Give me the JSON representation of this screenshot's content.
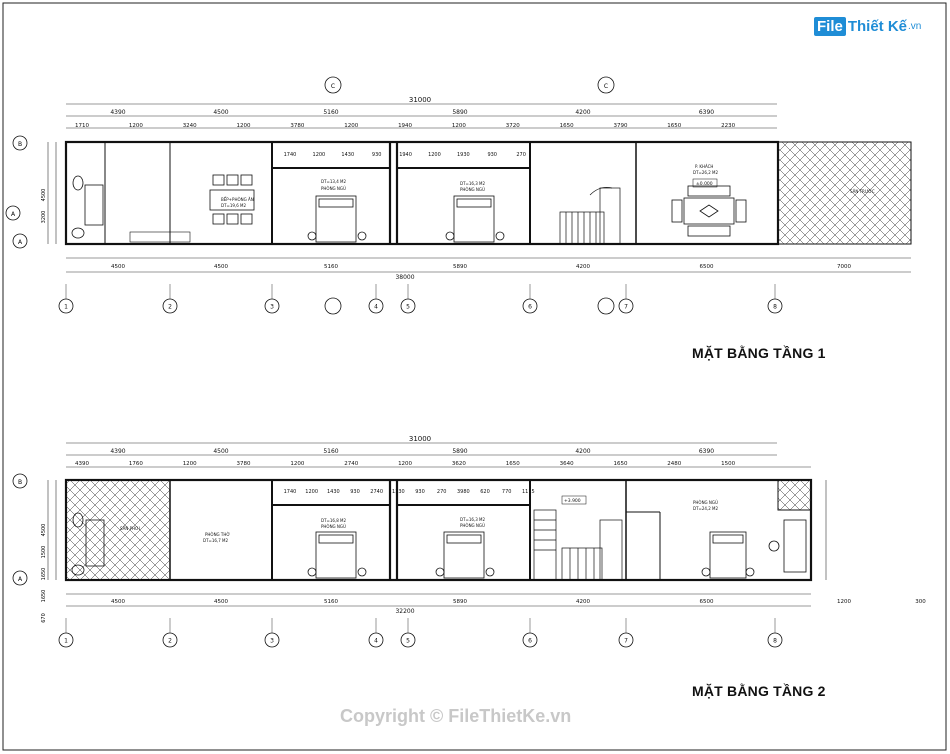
{
  "watermark": {
    "logo_box": "File",
    "logo_text": "Thiết Kế",
    "logo_suffix": ".vn",
    "copyright": "Copyright © FileThietKe.vn"
  },
  "floor1": {
    "title": "MẶT BẰNG TẦNG 1",
    "total_top": "31000",
    "total_bottom": "38000",
    "top_dims": [
      "4390",
      "4500",
      "5160",
      "5890",
      "4200",
      "6390"
    ],
    "sub_dims": [
      "1710",
      "1200",
      "3240",
      "1200",
      "3780",
      "1200",
      "1940",
      "1200",
      "3720",
      "1650",
      "3790",
      "1650",
      "2230"
    ],
    "room_dims": [
      "1740",
      "1200",
      "1430",
      "930",
      "1940",
      "1200",
      "1930",
      "930",
      "270"
    ],
    "bottom_dims": [
      "4500",
      "4500",
      "5160",
      "5890",
      "4200",
      "6500",
      "7000"
    ],
    "side_dims": [
      "4500",
      "3200"
    ],
    "rooms": {
      "dining": "BẾP+PHÒNG ĂN",
      "dining_area": "DT=19,6 M2",
      "bed1_area": "DT=13,4 M2",
      "bed1": "PHÒNG NGỦ",
      "bed2_area": "DT=16,3 M2",
      "bed2": "PHÒNG NGỦ",
      "living": "P. KHÁCH",
      "living_area": "DT=26,2 M2",
      "level": "±0.000",
      "yard": "SÂN TRƯỚC"
    },
    "axes_top": [
      "C",
      "C"
    ],
    "axis_rows": [
      "B",
      "A",
      "A"
    ],
    "axes_bottom": [
      "1",
      "2",
      "3",
      "4",
      "5",
      "6",
      "7",
      "8"
    ]
  },
  "floor2": {
    "title": "MẶT BẰNG TẦNG 2",
    "total_top": "31000",
    "total_bottom": "32200",
    "top_dims": [
      "4390",
      "4500",
      "5160",
      "5890",
      "4200",
      "6390"
    ],
    "sub_dims": [
      "4390",
      "1760",
      "1200",
      "3780",
      "1200",
      "2740",
      "1200",
      "3620",
      "1650",
      "3640",
      "1650",
      "2480",
      "1500"
    ],
    "room_dims": [
      "1740",
      "1200",
      "1430",
      "930",
      "2740",
      "1130",
      "930",
      "270",
      "3980",
      "620",
      "770",
      "1115"
    ],
    "bottom_dims": [
      "4500",
      "4500",
      "5160",
      "5890",
      "4200",
      "6500",
      "1200",
      "300"
    ],
    "side_dims": [
      "4500",
      "1500",
      "1650",
      "1650",
      "670"
    ],
    "rooms": {
      "terrace": "SÂN PHƠI",
      "worship": "PHÒNG THỜ",
      "worship_area": "DT=16,7 M2",
      "bed1_area": "DT=16,8 M2",
      "bed1": "PHÒNG NGỦ",
      "bed2_area": "DT=16,3 M2",
      "bed2": "PHÒNG NGỦ",
      "bed3": "PHÒNG NGỦ",
      "bed3_area": "DT=24,2 M2",
      "level": "+3.900"
    },
    "axis_rows": [
      "B",
      "A"
    ],
    "axes_bottom": [
      "1",
      "2",
      "3",
      "4",
      "5",
      "6",
      "7",
      "8"
    ]
  }
}
